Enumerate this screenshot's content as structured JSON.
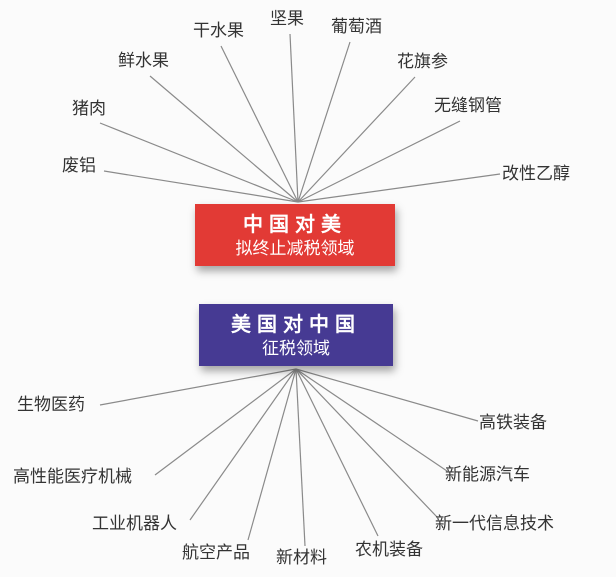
{
  "colors": {
    "red_box": "#e23a35",
    "blue_box": "#463a93",
    "line": "#8a8a8a",
    "text": "#333333"
  },
  "top_box": {
    "line1": "中国对美",
    "line2": "拟终止减税领域"
  },
  "bottom_box": {
    "line1": "美国对中国",
    "line2": "征税领域"
  },
  "top_items": [
    "干水果",
    "坚果",
    "葡萄酒",
    "鲜水果",
    "花旗参",
    "猪肉",
    "无缝钢管",
    "废铝",
    "改性乙醇"
  ],
  "bottom_items": [
    "生物医药",
    "高铁装备",
    "高性能医疗机械",
    "新能源汽车",
    "工业机器人",
    "新一代信息技术",
    "航空产品",
    "新材料",
    "农机装备"
  ]
}
